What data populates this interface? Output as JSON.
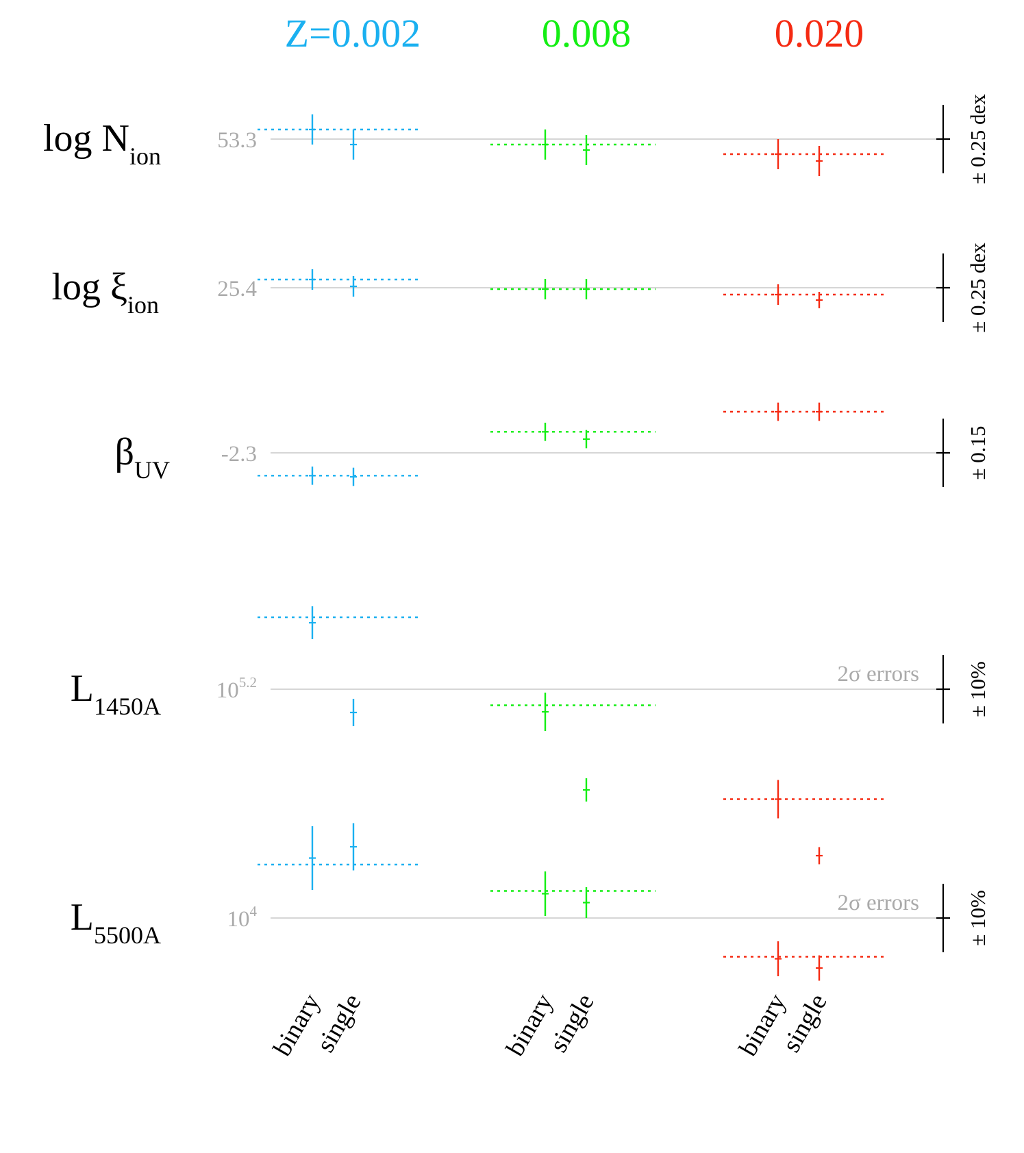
{
  "chart_data": {
    "type": "scatter",
    "colors": {
      "Z=0.002": "#1ab0f0",
      "0.008": "#13ee13",
      "0.020": "#f52a12",
      "reference_line": "#bdbdbd",
      "annotation": "#aaaaaa",
      "scale_bar": "#000000"
    },
    "metallicities": [
      {
        "label": "Z=0.002",
        "key": "Z=0.002"
      },
      {
        "label": "0.008",
        "key": "0.008"
      },
      {
        "label": "0.020",
        "key": "0.020"
      }
    ],
    "model_labels": [
      "binary",
      "single"
    ],
    "rows": [
      {
        "id": "nion",
        "label_main": "log N",
        "label_sub": "ion",
        "ref_base": "53.3",
        "ref_sup": "",
        "scale_label": "± 0.25 dex",
        "note": "",
        "unit_span": 0.25,
        "groups": [
          {
            "z": "Z=0.002",
            "dotted": 0.07,
            "points": [
              {
                "model": "binary",
                "value": 0.07,
                "err": 0.11
              },
              {
                "model": "single",
                "value": -0.04,
                "err": 0.11
              }
            ]
          },
          {
            "z": "0.008",
            "dotted": -0.04,
            "points": [
              {
                "model": "binary",
                "value": -0.04,
                "err": 0.11
              },
              {
                "model": "single",
                "value": -0.08,
                "err": 0.11
              }
            ]
          },
          {
            "z": "0.020",
            "dotted": -0.11,
            "points": [
              {
                "model": "binary",
                "value": -0.11,
                "err": 0.11
              },
              {
                "model": "single",
                "value": -0.16,
                "err": 0.11
              }
            ]
          }
        ]
      },
      {
        "id": "xiion",
        "label_main": "log ξ",
        "label_sub": "ion",
        "ref_base": "25.4",
        "ref_sup": "",
        "scale_label": "± 0.25 dex",
        "note": "",
        "unit_span": 0.25,
        "groups": [
          {
            "z": "Z=0.002",
            "dotted": 0.06,
            "points": [
              {
                "model": "binary",
                "value": 0.06,
                "err": 0.075
              },
              {
                "model": "single",
                "value": 0.01,
                "err": 0.075
              }
            ]
          },
          {
            "z": "0.008",
            "dotted": -0.01,
            "points": [
              {
                "model": "binary",
                "value": -0.01,
                "err": 0.075
              },
              {
                "model": "single",
                "value": -0.01,
                "err": 0.075
              }
            ]
          },
          {
            "z": "0.020",
            "dotted": -0.05,
            "points": [
              {
                "model": "binary",
                "value": -0.05,
                "err": 0.075
              },
              {
                "model": "single",
                "value": -0.09,
                "err": 0.06
              }
            ]
          }
        ]
      },
      {
        "id": "beta",
        "label_main": "β",
        "label_sub": "UV",
        "ref_base": "-2.3",
        "ref_sup": "",
        "scale_label": "± 0.15",
        "note": "",
        "unit_span": 0.15,
        "groups": [
          {
            "z": "Z=0.002",
            "dotted": -0.1,
            "points": [
              {
                "model": "binary",
                "value": -0.1,
                "err": 0.04
              },
              {
                "model": "single",
                "value": -0.105,
                "err": 0.04
              }
            ]
          },
          {
            "z": "0.008",
            "dotted": 0.092,
            "points": [
              {
                "model": "binary",
                "value": 0.092,
                "err": 0.04
              },
              {
                "model": "single",
                "value": 0.06,
                "err": 0.04
              }
            ]
          },
          {
            "z": "0.020",
            "dotted": 0.18,
            "points": [
              {
                "model": "binary",
                "value": 0.18,
                "err": 0.04
              },
              {
                "model": "single",
                "value": 0.18,
                "err": 0.04
              }
            ]
          }
        ]
      },
      {
        "id": "l1450",
        "label_main": "L",
        "label_sub": "1450A",
        "ref_base": "10",
        "ref_sup": "5.2",
        "scale_label": "± 10%",
        "note": "2σ errors",
        "unit_span": 10,
        "groups": [
          {
            "z": "Z=0.002",
            "dotted": 21,
            "points": [
              {
                "model": "binary",
                "value": 19.4,
                "err": 4.8
              },
              {
                "model": "single",
                "value": -6.8,
                "err": 4.0
              }
            ]
          },
          {
            "z": "0.008",
            "dotted": -4.7,
            "points": [
              {
                "model": "binary",
                "value": -6.6,
                "err": 5.6
              },
              {
                "model": "single",
                "value": -29.4,
                "err": 3.4
              }
            ]
          },
          {
            "z": "0.020",
            "dotted": -32.1,
            "points": [
              {
                "model": "binary",
                "value": -32.1,
                "err": 5.6
              },
              {
                "model": "single",
                "value": -48.6,
                "err": 2.5
              }
            ]
          }
        ]
      },
      {
        "id": "l5500",
        "label_main": "L",
        "label_sub": "5500A",
        "ref_base": "10",
        "ref_sup": "4",
        "scale_label": "± 10%",
        "note": "2σ errors",
        "unit_span": 10,
        "groups": [
          {
            "z": "Z=0.002",
            "dotted": 15.6,
            "points": [
              {
                "model": "binary",
                "value": 17.5,
                "err": 9.3
              },
              {
                "model": "single",
                "value": 20.8,
                "err": 6.9
              }
            ]
          },
          {
            "z": "0.008",
            "dotted": 7.9,
            "points": [
              {
                "model": "binary",
                "value": 7.1,
                "err": 6.5
              },
              {
                "model": "single",
                "value": 4.5,
                "err": 4.5
              }
            ]
          },
          {
            "z": "0.020",
            "dotted": -11.3,
            "points": [
              {
                "model": "binary",
                "value": -11.9,
                "err": 5.1
              },
              {
                "model": "single",
                "value": -14.6,
                "err": 3.7
              }
            ]
          }
        ]
      }
    ]
  }
}
